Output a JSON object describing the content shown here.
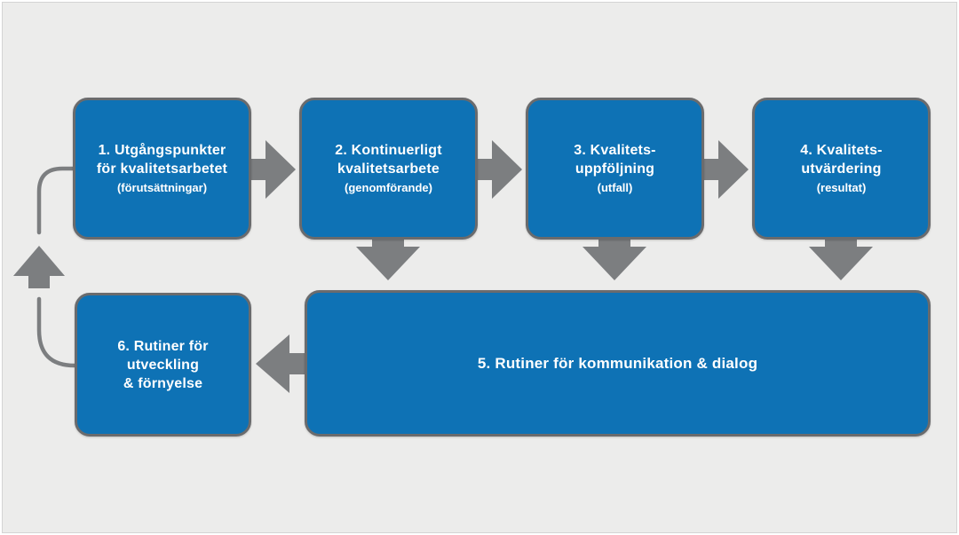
{
  "colors": {
    "background": "#ececeb",
    "box_fill": "#0e72b5",
    "box_border": "#6a6b6d",
    "arrow": "#7c7e80",
    "text": "#ffffff"
  },
  "boxes": [
    {
      "line1": "1. Utgångspunkter",
      "line2": "för kvalitetsarbetet",
      "note": "(förutsättningar)"
    },
    {
      "line1": "2. Kontinuerligt",
      "line2": "kvalitetsarbete",
      "note": "(genomförande)"
    },
    {
      "line1": "3. Kvalitets-",
      "line2": "uppföljning",
      "note": "(utfall)"
    },
    {
      "line1": "4. Kvalitets-",
      "line2": "utvärdering",
      "note": "(resultat)"
    },
    {
      "label": "5. Rutiner för kommunikation & dialog"
    },
    {
      "line1": "6. Rutiner för",
      "line2": "utveckling",
      "line3": "& förnyelse"
    }
  ],
  "flow": {
    "arrows": [
      "step1-to-step2",
      "step2-to-step3",
      "step3-to-step4",
      "step2-to-step5",
      "step3-to-step5",
      "step4-to-step5",
      "step5-to-step6",
      "step6-to-step1-loop"
    ]
  }
}
